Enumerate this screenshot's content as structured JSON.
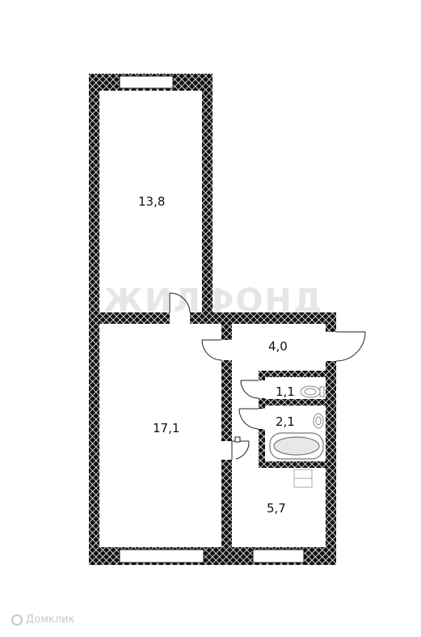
{
  "plan": {
    "rooms": [
      {
        "id": "room-13-8",
        "area": "13,8"
      },
      {
        "id": "room-17-1",
        "area": "17,1"
      },
      {
        "id": "room-4-0",
        "area": "4,0"
      },
      {
        "id": "room-1-1",
        "area": "1,1"
      },
      {
        "id": "room-2-1",
        "area": "2,1"
      },
      {
        "id": "room-5-7",
        "area": "5,7"
      }
    ]
  },
  "watermark": {
    "text": "ЖИЛФОНД"
  },
  "source": {
    "text": "Домклик"
  },
  "colors": {
    "wall": "#111111",
    "hatch": "#ffffff",
    "fixture": "#888888"
  }
}
